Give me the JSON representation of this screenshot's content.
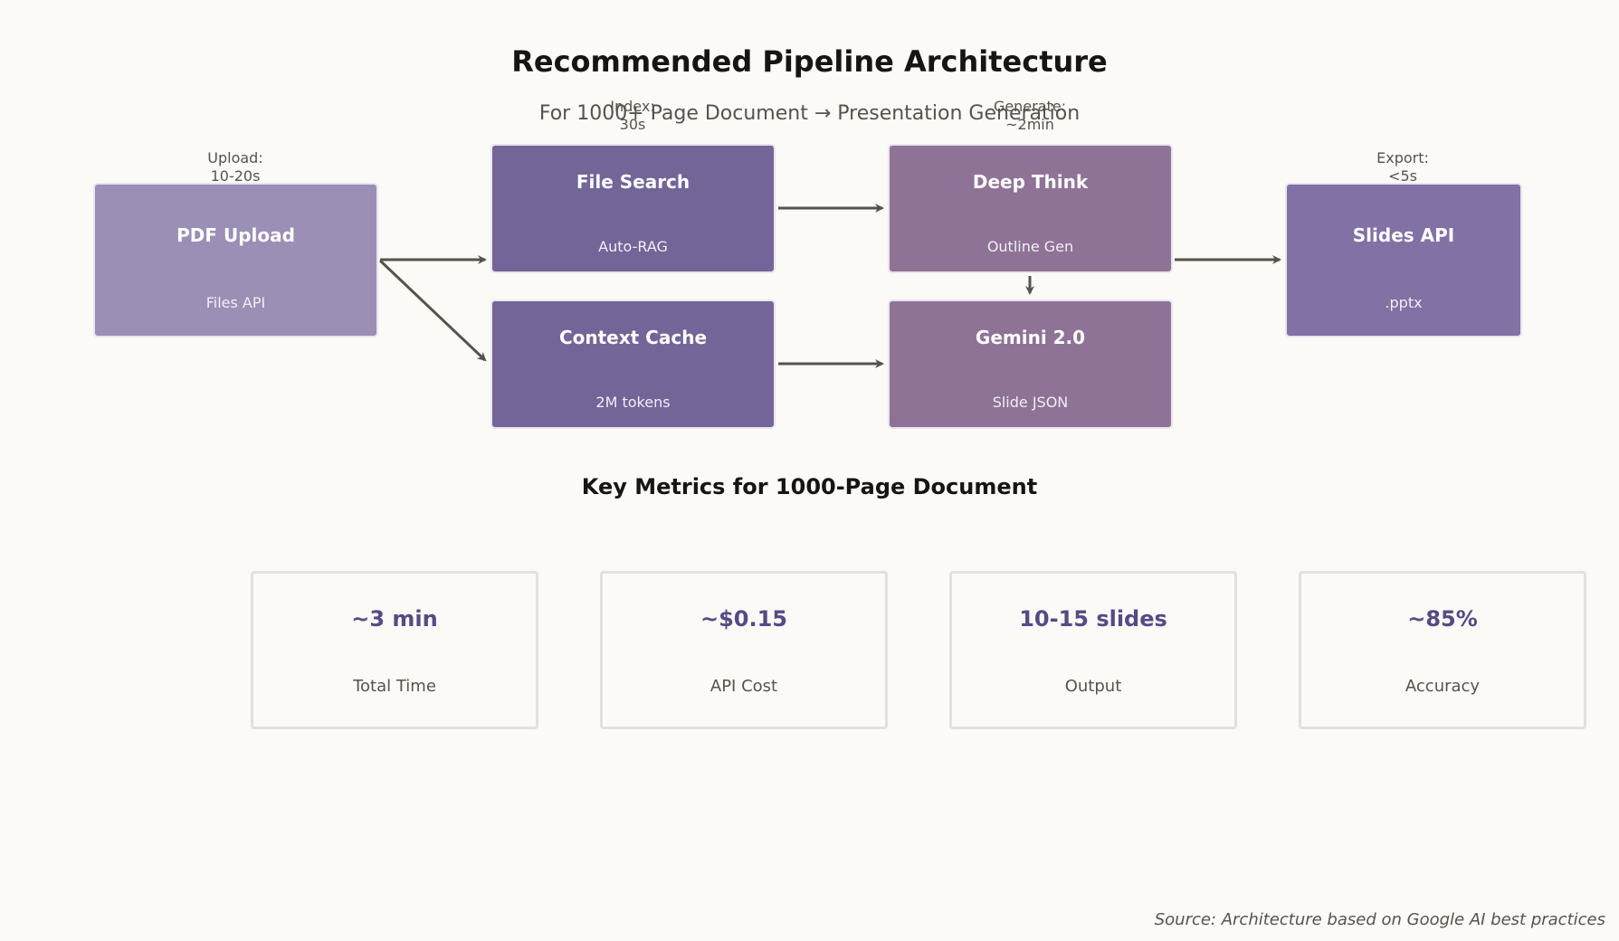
{
  "title": "Recommended Pipeline Architecture",
  "subtitle": "For 1000+ Page Document → Presentation Generation",
  "stage_labels": {
    "upload": "Upload:\n10-20s",
    "index": "Index:\n30s",
    "generate": "Generate:\n~2min",
    "export": "Export:\n<5s"
  },
  "nodes": {
    "pdf_upload": {
      "title": "PDF Upload",
      "sub": "Files API",
      "color": "#9b8fb5"
    },
    "file_search": {
      "title": "File Search",
      "sub": "Auto-RAG",
      "color": "#736598"
    },
    "context_cache": {
      "title": "Context Cache",
      "sub": "2M tokens",
      "color": "#736598"
    },
    "deep_think": {
      "title": "Deep Think",
      "sub": "Outline Gen",
      "color": "#8e7396"
    },
    "gemini": {
      "title": "Gemini 2.0",
      "sub": "Slide JSON",
      "color": "#8e7396"
    },
    "slides_api": {
      "title": "Slides API",
      "sub": ".pptx",
      "color": "#8171a4"
    }
  },
  "metrics": {
    "heading": "Key Metrics for 1000-Page Document",
    "items": [
      {
        "value": "~3 min",
        "label": "Total Time"
      },
      {
        "value": "~$0.15",
        "label": "API Cost"
      },
      {
        "value": "10-15 slides",
        "label": "Output"
      },
      {
        "value": "~85%",
        "label": "Accuracy"
      }
    ]
  },
  "source": "Source: Architecture based on Google AI best practices",
  "colors": {
    "arrow": "#55534c",
    "metric_value": "#574a84"
  }
}
